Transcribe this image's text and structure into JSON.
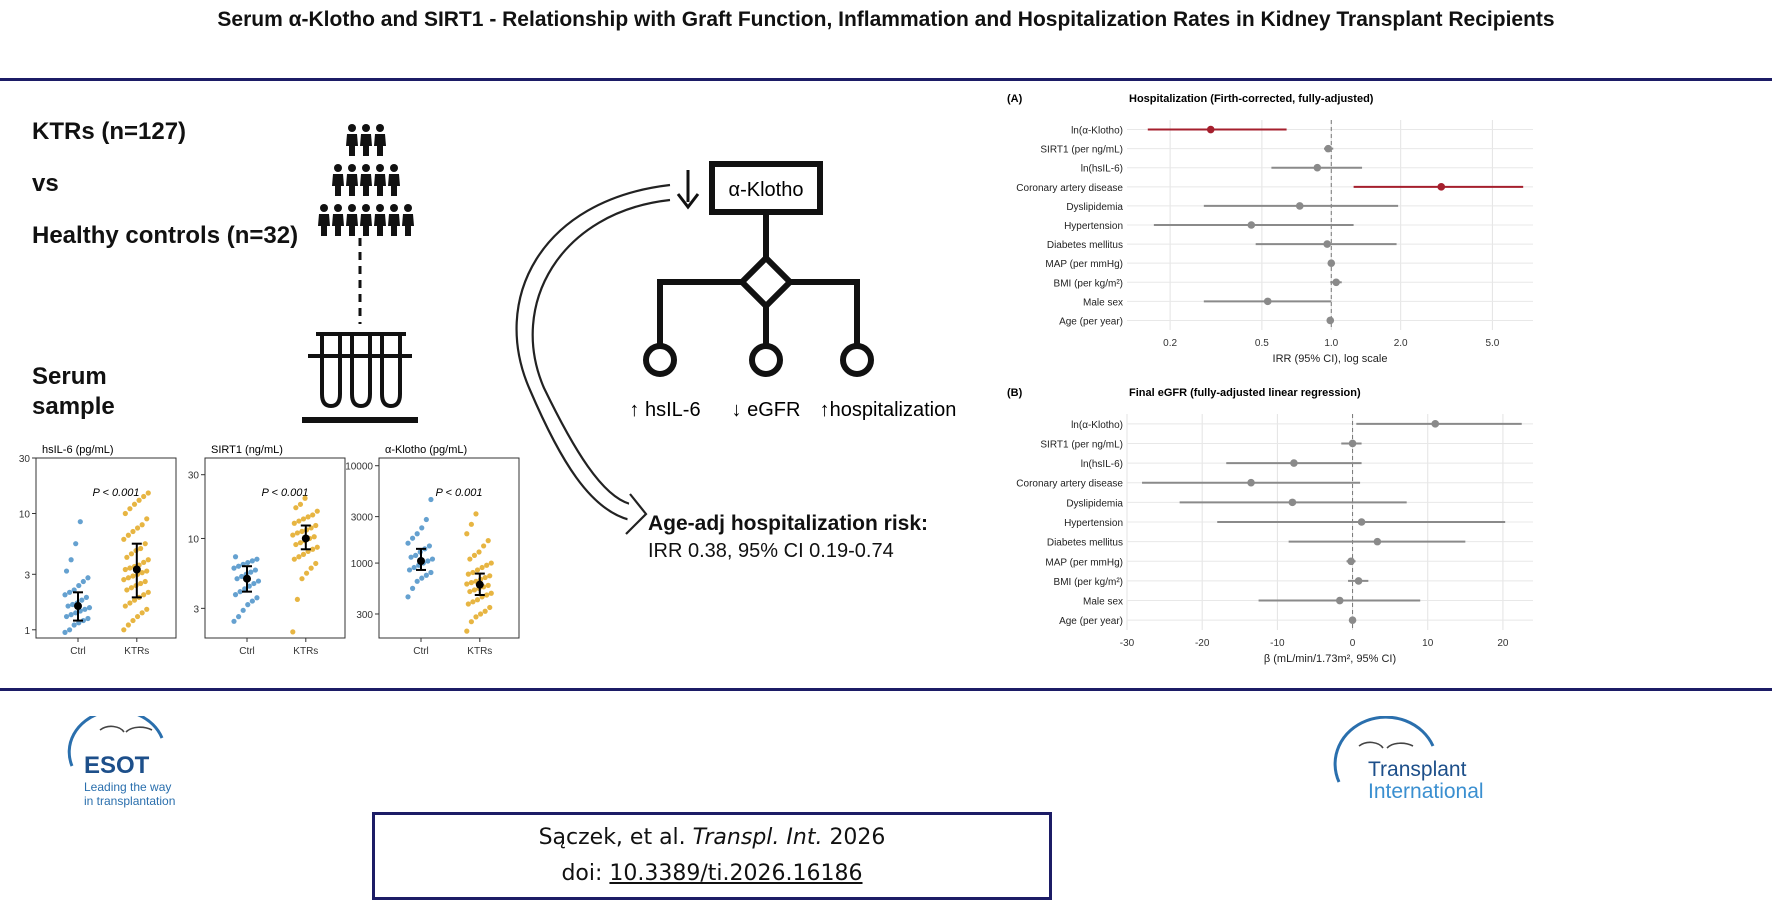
{
  "title": "Serum α-Klotho and SIRT1 - Relationship with Graft Function, Inflammation and Hospitalization Rates in Kidney Transplant Recipients",
  "left": {
    "ktrs_label": "KTRs (n=127)",
    "vs_label": "vs",
    "controls_label": "Healthy controls (n=32)",
    "serum_label_1": "Serum",
    "serum_label_2": "sample"
  },
  "center": {
    "klotho_box": "α-Klotho",
    "down_arrow": "↓",
    "outcomes": [
      "↑ hsIL-6",
      "↓ eGFR",
      "↑hospitalization"
    ],
    "risk_title": "Age-adj hospitalization risk:",
    "risk_value": "IRR 0.38, 95% CI 0.19-0.74"
  },
  "citation": {
    "authors": "Sączek, et al.",
    "journal": "Transpl. Int.",
    "year": "2026",
    "doi_prefix": "doi:",
    "doi": "10.3389/ti.2026.16186"
  },
  "logos": {
    "esot_name": "ESOT",
    "esot_tagline_1": "Leading the way",
    "esot_tagline_2": "in transplantation",
    "journal_name_1": "Transplant",
    "journal_name_2": "International"
  },
  "colors": {
    "navy": "#1c1c66",
    "ctrl": "#4a90c8",
    "ktr": "#e3a821",
    "sig": "#a51f2d",
    "est": "#8a8a8a",
    "logo_blue": "#2a6fad"
  },
  "chart_data": [
    {
      "type": "scatter",
      "title": "hsIL-6 (pg/mL)",
      "categories": [
        "Ctrl",
        "KTRs"
      ],
      "log_y": true,
      "ylim": [
        0.85,
        30
      ],
      "yticks": [
        "1",
        "3",
        "10",
        "30"
      ],
      "annotation": "P < 0.001",
      "summary": [
        {
          "group": "Ctrl",
          "median": 1.6,
          "q1": 1.2,
          "q3": 2.1
        },
        {
          "group": "KTRs",
          "median": 3.3,
          "q1": 1.9,
          "q3": 5.5
        }
      ],
      "points": {
        "Ctrl": [
          0.95,
          1.0,
          1.1,
          1.15,
          1.2,
          1.25,
          1.3,
          1.35,
          1.4,
          1.45,
          1.5,
          1.55,
          1.6,
          1.65,
          1.7,
          1.8,
          1.9,
          2.0,
          2.1,
          2.2,
          2.4,
          2.6,
          2.8,
          3.2,
          4.0,
          5.5,
          8.5
        ],
        "KTRs": [
          1.0,
          1.1,
          1.2,
          1.3,
          1.4,
          1.5,
          1.6,
          1.7,
          1.8,
          1.9,
          2.0,
          2.1,
          2.2,
          2.3,
          2.4,
          2.5,
          2.6,
          2.7,
          2.8,
          2.9,
          3.0,
          3.1,
          3.2,
          3.3,
          3.4,
          3.5,
          3.6,
          3.8,
          4.0,
          4.2,
          4.5,
          4.8,
          5.0,
          5.5,
          6.0,
          6.5,
          7.0,
          7.5,
          8.0,
          9.0,
          10,
          11,
          12,
          13,
          14,
          15
        ]
      }
    },
    {
      "type": "scatter",
      "title": "SIRT1 (ng/mL)",
      "categories": [
        "Ctrl",
        "KTRs"
      ],
      "log_y": true,
      "ylim": [
        1.8,
        40
      ],
      "yticks": [
        "3",
        "10",
        "30"
      ],
      "annotation": "P < 0.001",
      "summary": [
        {
          "group": "Ctrl",
          "median": 5.0,
          "q1": 4.0,
          "q3": 6.2
        },
        {
          "group": "KTRs",
          "median": 10,
          "q1": 8.3,
          "q3": 12.5
        }
      ],
      "points": {
        "Ctrl": [
          2.4,
          2.6,
          2.9,
          3.2,
          3.4,
          3.6,
          3.8,
          4.0,
          4.2,
          4.4,
          4.6,
          4.8,
          5.0,
          5.2,
          5.4,
          5.6,
          5.8,
          6.0,
          6.2,
          6.4,
          6.6,
          6.8,
          7.0,
          7.3
        ],
        "KTRs": [
          2.0,
          3.5,
          5.0,
          5.5,
          6.0,
          6.5,
          7.0,
          7.3,
          7.6,
          8.0,
          8.3,
          8.6,
          9.0,
          9.3,
          9.6,
          10,
          10.3,
          10.6,
          11,
          11.3,
          11.6,
          12,
          12.5,
          13,
          13.5,
          14,
          14.5,
          15,
          16,
          17,
          18,
          20
        ]
      }
    },
    {
      "type": "scatter",
      "title": "α-Klotho (pg/mL)",
      "categories": [
        "Ctrl",
        "KTRs"
      ],
      "log_y": true,
      "ylim": [
        170,
        12000
      ],
      "yticks": [
        "300",
        "1000",
        "3000",
        "10000"
      ],
      "annotation": "P < 0.001",
      "summary": [
        {
          "group": "Ctrl",
          "median": 1050,
          "q1": 850,
          "q3": 1400
        },
        {
          "group": "KTRs",
          "median": 600,
          "q1": 470,
          "q3": 780
        }
      ],
      "points": {
        "Ctrl": [
          450,
          550,
          650,
          700,
          750,
          800,
          850,
          900,
          950,
          1000,
          1050,
          1100,
          1150,
          1200,
          1300,
          1400,
          1500,
          1600,
          1800,
          2000,
          2300,
          2800,
          4500
        ],
        "KTRs": [
          200,
          250,
          280,
          300,
          320,
          350,
          380,
          400,
          420,
          450,
          470,
          490,
          510,
          530,
          550,
          570,
          590,
          610,
          630,
          650,
          680,
          710,
          740,
          770,
          800,
          850,
          900,
          950,
          1000,
          1100,
          1200,
          1300,
          1500,
          1700,
          2000,
          2500,
          3200
        ]
      }
    },
    {
      "type": "forest",
      "panel_label": "(A)",
      "title": "Hospitalization (Firth-corrected, fully-adjusted)",
      "xlabel": "IRR (95% CI), log scale",
      "log_x": true,
      "xlim": [
        0.13,
        7.5
      ],
      "xticks": [
        "0.2",
        "0.5",
        "1.0",
        "2.0",
        "5.0"
      ],
      "ref_line": 1.0,
      "rows": [
        {
          "label": "ln(α-Klotho)",
          "est": 0.3,
          "lo": 0.16,
          "hi": 0.64,
          "sig": true
        },
        {
          "label": "SIRT1 (per ng/mL)",
          "est": 0.97,
          "lo": 0.93,
          "hi": 1.02,
          "sig": false
        },
        {
          "label": "ln(hsIL-6)",
          "est": 0.87,
          "lo": 0.55,
          "hi": 1.36,
          "sig": false
        },
        {
          "label": "Coronary artery disease",
          "est": 3.0,
          "lo": 1.25,
          "hi": 6.8,
          "sig": true
        },
        {
          "label": "Dyslipidemia",
          "est": 0.73,
          "lo": 0.28,
          "hi": 1.95,
          "sig": false
        },
        {
          "label": "Hypertension",
          "est": 0.45,
          "lo": 0.17,
          "hi": 1.25,
          "sig": false
        },
        {
          "label": "Diabetes mellitus",
          "est": 0.96,
          "lo": 0.47,
          "hi": 1.92,
          "sig": false
        },
        {
          "label": "MAP (per mmHg)",
          "est": 1.0,
          "lo": 0.98,
          "hi": 1.02,
          "sig": false
        },
        {
          "label": "BMI (per kg/m²)",
          "est": 1.05,
          "lo": 0.99,
          "hi": 1.11,
          "sig": false
        },
        {
          "label": "Male sex",
          "est": 0.53,
          "lo": 0.28,
          "hi": 1.0,
          "sig": false
        },
        {
          "label": "Age (per year)",
          "est": 0.99,
          "lo": 0.97,
          "hi": 1.01,
          "sig": false
        }
      ]
    },
    {
      "type": "forest",
      "panel_label": "(B)",
      "title": "Final eGFR (fully-adjusted linear regression)",
      "xlabel": "β (mL/min/1.73m², 95% CI)",
      "log_x": false,
      "xlim": [
        -30,
        24
      ],
      "xticks": [
        "-30",
        "-20",
        "-10",
        "0",
        "10",
        "20"
      ],
      "ref_line": 0,
      "rows": [
        {
          "label": "ln(α-Klotho)",
          "est": 11.0,
          "lo": 0.5,
          "hi": 22.5,
          "sig": false
        },
        {
          "label": "SIRT1 (per ng/mL)",
          "est": 0.0,
          "lo": -1.5,
          "hi": 1.2,
          "sig": false
        },
        {
          "label": "ln(hsIL-6)",
          "est": -7.8,
          "lo": -16.8,
          "hi": 1.2,
          "sig": false
        },
        {
          "label": "Coronary artery disease",
          "est": -13.5,
          "lo": -28.0,
          "hi": 1.0,
          "sig": false
        },
        {
          "label": "Dyslipidemia",
          "est": -8.0,
          "lo": -23.0,
          "hi": 7.2,
          "sig": false
        },
        {
          "label": "Hypertension",
          "est": 1.2,
          "lo": -18.0,
          "hi": 20.3,
          "sig": false
        },
        {
          "label": "Diabetes mellitus",
          "est": 3.3,
          "lo": -8.5,
          "hi": 15.0,
          "sig": false
        },
        {
          "label": "MAP (per mmHg)",
          "est": -0.2,
          "lo": -0.8,
          "hi": 0.4,
          "sig": false
        },
        {
          "label": "BMI (per kg/m²)",
          "est": 0.8,
          "lo": -0.6,
          "hi": 2.1,
          "sig": false
        },
        {
          "label": "Male sex",
          "est": -1.7,
          "lo": -12.5,
          "hi": 9.0,
          "sig": false
        },
        {
          "label": "Age (per year)",
          "est": 0.0,
          "lo": -0.4,
          "hi": 0.4,
          "sig": false
        }
      ]
    }
  ]
}
